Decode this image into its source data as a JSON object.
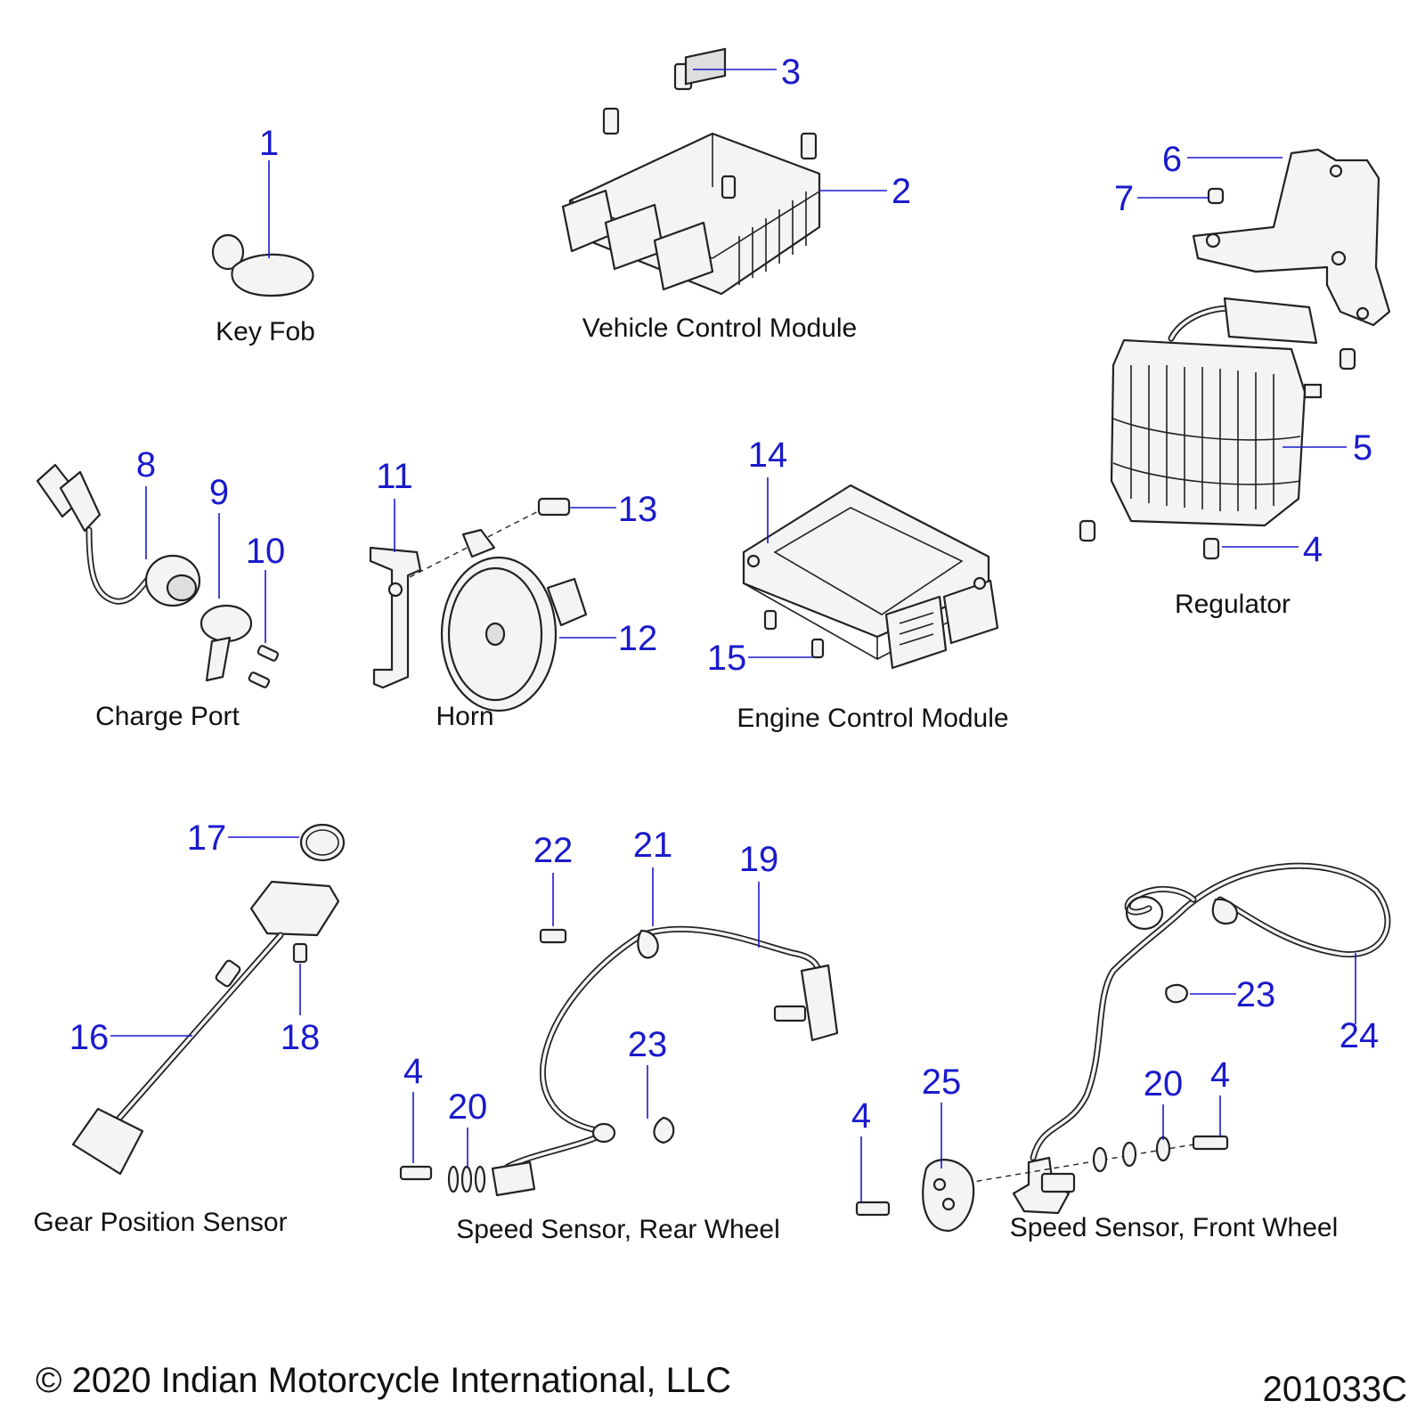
{
  "captions": {
    "key_fob": "Key Fob",
    "vcm": "Vehicle Control Module",
    "regulator": "Regulator",
    "charge_port": "Charge Port",
    "horn": "Horn",
    "ecm": "Engine Control Module",
    "gear_sensor": "Gear Position Sensor",
    "rear_speed": "Speed Sensor, Rear Wheel",
    "front_speed": "Speed Sensor, Front Wheel"
  },
  "callouts": {
    "c1": "1",
    "c2": "2",
    "c3": "3",
    "c4a": "4",
    "c5": "5",
    "c6": "6",
    "c7": "7",
    "c8": "8",
    "c9": "9",
    "c10": "10",
    "c11": "11",
    "c12": "12",
    "c13": "13",
    "c14": "14",
    "c15": "15",
    "c16": "16",
    "c17": "17",
    "c18": "18",
    "c19": "19",
    "c21": "21",
    "c22": "22",
    "c23a": "23",
    "c4b": "4",
    "c20a": "20",
    "c23b": "23",
    "c24": "24",
    "c4c": "4",
    "c25": "25",
    "c20b": "20",
    "c4d": "4"
  },
  "footer": {
    "copyright": "© 2020 Indian Motorcycle International, LLC",
    "drawing_number": "201033C"
  },
  "colors": {
    "callout": "#1a1acc",
    "line_art": "#222222",
    "background": "#ffffff"
  }
}
